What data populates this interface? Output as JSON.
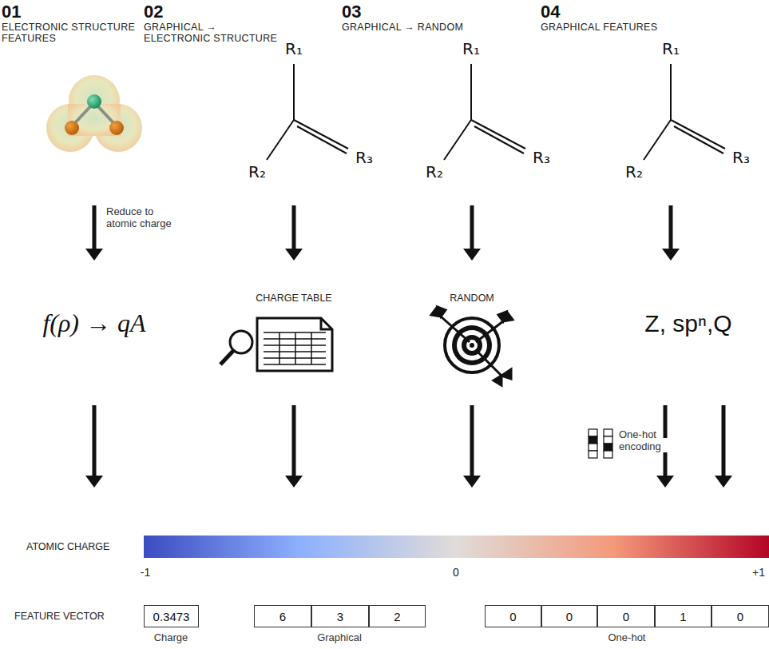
{
  "diagram": {
    "nodes": [
      {
        "text": [
          "0.3473"
        ]
      },
      {
        "text": [
          "6"
        ]
      },
      {
        "text": [
          "3"
        ]
      },
      {
        "text": [
          "2"
        ]
      },
      {
        "text": [
          "0"
        ]
      },
      {
        "text": [
          "0"
        ]
      },
      {
        "text": [
          "0"
        ]
      },
      {
        "text": [
          "1"
        ]
      },
      {
        "text": [
          "0"
        ]
      }
    ],
    "labels": [
      "01",
      "ELECTRONIC STRUCTURE FEATURES",
      "02",
      "GRAPHICAL → ELECTRONIC STRUCTURE",
      "03",
      "GRAPHICAL → RANDOM",
      "04",
      "GRAPHICAL FEATURES",
      "R₁",
      "R₂",
      "R₃",
      "R₁",
      "R₂",
      "R₃",
      "R₁",
      "R₂",
      "R₃",
      "Reduce to atomic charge",
      "f(ρ) → qA",
      "CHARGE TABLE",
      "RANDOM",
      "Z, spⁿ,Q",
      "One-hot encoding",
      "ATOMIC CHARGE",
      "-1",
      "0",
      "+1",
      "FEATURE VECTOR",
      "Charge",
      "Graphical",
      "One-hot"
    ]
  }
}
